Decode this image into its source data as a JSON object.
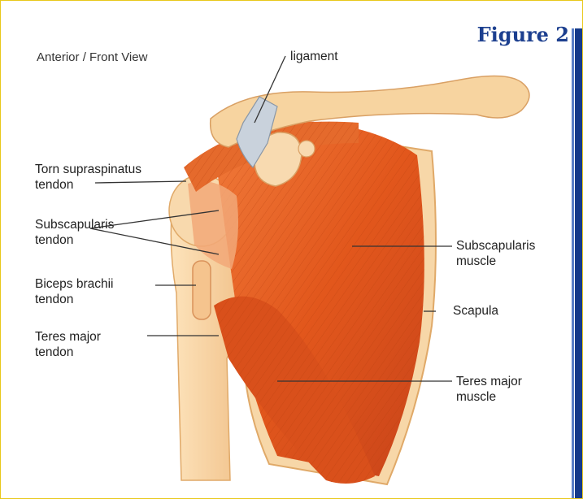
{
  "figure_label": "Figure 2",
  "view_label": "Anterior / Front View",
  "labels": {
    "ligament": "ligament",
    "torn_supraspinatus_line1": "Torn supraspinatus",
    "torn_supraspinatus_line2": "tendon",
    "subscapularis_tendon_line1": "Subscapularis",
    "subscapularis_tendon_line2": "tendon",
    "biceps_line1": "Biceps brachii",
    "biceps_line2": "tendon",
    "teres_tendon_line1": "Teres major",
    "teres_tendon_line2": "tendon",
    "subscapularis_muscle_line1": "Subscapularis",
    "subscapularis_muscle_line2": "muscle",
    "scapula": "Scapula",
    "teres_muscle_line1": "Teres major",
    "teres_muscle_line2": "muscle"
  },
  "colors": {
    "border": "#e8c81a",
    "title": "#1c3f8f",
    "sidebar": "#153a8a",
    "muscle": "#e2571c",
    "bone": "#f6d4a4",
    "ligament": "#c9d2dc"
  }
}
